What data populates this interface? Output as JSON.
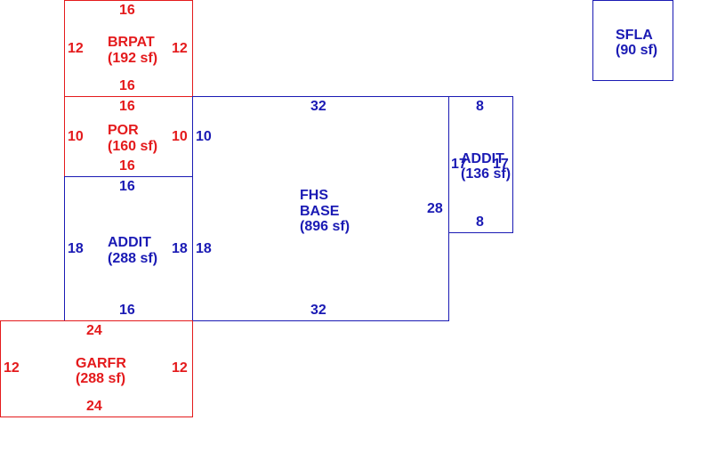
{
  "colors": {
    "red": "#e41a1c",
    "blue": "#1a1ab4"
  },
  "areas": {
    "brpat": {
      "name": "BRPAT",
      "area": "(192 sf)",
      "top": "16",
      "bottom": "16",
      "left": "12",
      "right": "12"
    },
    "por": {
      "name": "POR",
      "area": "(160 sf)",
      "top": "16",
      "bottom": "16",
      "left": "10",
      "right": "10"
    },
    "addit_left": {
      "name": "ADDIT",
      "area": "(288 sf)",
      "top": "16",
      "bottom": "16",
      "left": "18",
      "right": "18"
    },
    "fhs_base": {
      "name_line1": "FHS",
      "name_line2": "BASE",
      "area": "(896 sf)",
      "top": "32",
      "bottom": "32",
      "left_upper": "10",
      "left_lower": "18",
      "right": "28"
    },
    "addit_right": {
      "name": "ADDIT",
      "area": "(136 sf)",
      "top": "8",
      "bottom": "8",
      "left": "17",
      "right": "17"
    },
    "garfr": {
      "name": "GARFR",
      "area": "(288 sf)",
      "top": "24",
      "bottom": "24",
      "left": "12",
      "right": "12"
    },
    "sfla": {
      "name": "SFLA",
      "area": "(90 sf)"
    }
  }
}
